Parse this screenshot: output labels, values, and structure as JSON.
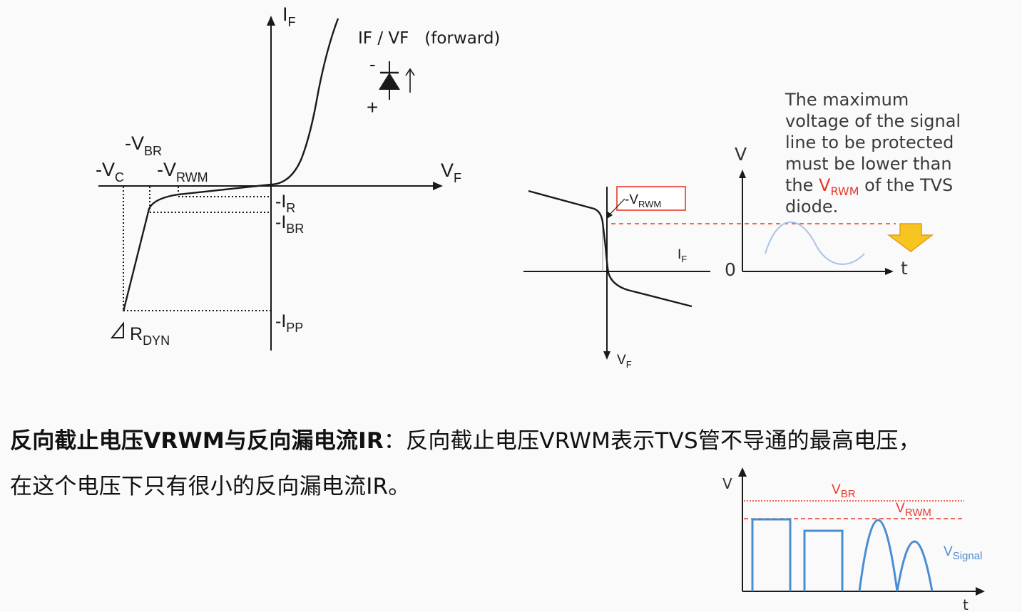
{
  "iv_curve": {
    "axis_y_label": "I",
    "axis_y_sub": "F",
    "axis_x_label": "V",
    "axis_x_sub": "F",
    "forward_label": "IF / VF   (forward)",
    "minus": "-",
    "plus": "+",
    "vbr_label": "-V",
    "vbr_sub": "BR",
    "vc_label": "-V",
    "vc_sub": "C",
    "vrwm_label": "-V",
    "vrwm_sub": "RWM",
    "ir_label": "-I",
    "ir_sub": "R",
    "ibr_label": "-I",
    "ibr_sub": "BR",
    "ipp_label": "-I",
    "ipp_sub": "PP",
    "rdyn_label": "R",
    "rdyn_sub": "DYN"
  },
  "rotated_curve": {
    "vrwm_box_label": "-V",
    "vrwm_box_sub": "RWM",
    "if_label": "I",
    "if_sub": "F",
    "vf_label": "V",
    "vf_sub": "F"
  },
  "signal_plot": {
    "v_label": "V",
    "zero_label": "0",
    "t_label": "t"
  },
  "note": {
    "line1": "The maximum",
    "line2": "voltage of the signal",
    "line3": "line to be protected",
    "line4": "must be lower than",
    "line5_a": "the ",
    "line5_v": "V",
    "line5_sub": "RWM",
    "line5_b": " of the TVS",
    "line6": "diode."
  },
  "caption": {
    "bold": "反向截止电压VRWM与反向漏电流IR",
    "rest1": "：反向截止电压VRWM表示TVS管不导通的最高电压，",
    "line2": "在这个电压下只有很小的反向漏电流IR。"
  },
  "waveform": {
    "v_label": "V",
    "t_label": "t",
    "vbr": "V",
    "vbr_sub": "BR",
    "vrwm": "V",
    "vrwm_sub": "RWM",
    "vsignal": "V",
    "vsignal_sub": "Signal"
  },
  "colors": {
    "ink": "#1a1a1a",
    "red": "#e8392b",
    "blue": "#4a8ed1",
    "sine": "#a9c3e6",
    "arrow_fill": "#f7c520",
    "arrow_edge": "#e89a1b"
  }
}
